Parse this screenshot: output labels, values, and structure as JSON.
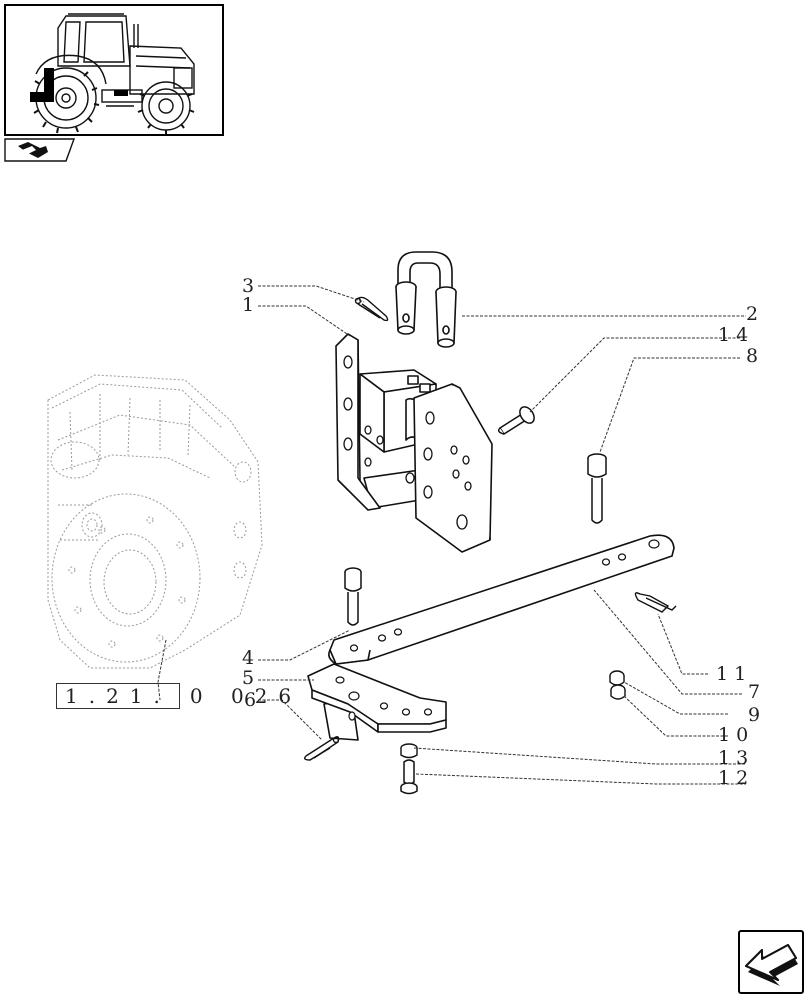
{
  "reference": {
    "boxed": "1.21.",
    "rest": "0 026"
  },
  "callouts": [
    "1",
    "2",
    "3",
    "4",
    "5",
    "6",
    "7",
    "8",
    "9",
    "10",
    "11",
    "12",
    "13",
    "14"
  ],
  "icons": {
    "thumbnail": "tractor-thumbnail-icon",
    "tab": "parts-book-icon",
    "next": "next-page-arrow-icon"
  },
  "colors": {
    "line": "#111111",
    "ghost": "#9a9a9a",
    "leader": "#333333"
  }
}
